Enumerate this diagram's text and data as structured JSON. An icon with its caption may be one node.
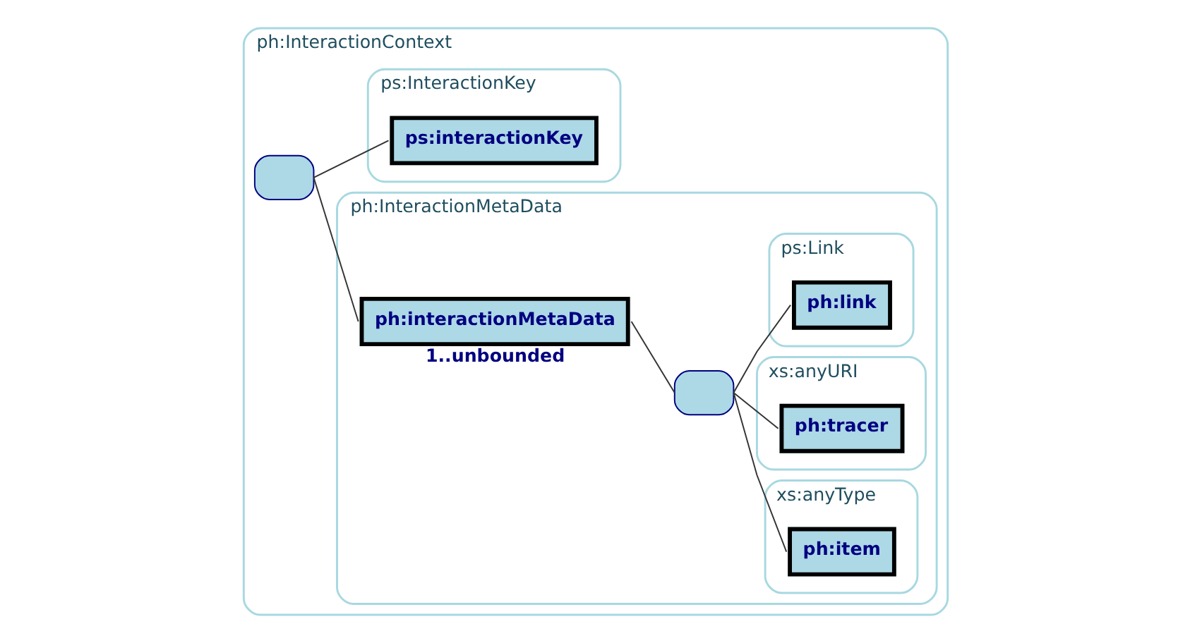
{
  "diagram": {
    "nodes": [
      {
        "text": [
          "ph:InteractionContext"
        ]
      },
      {
        "text": [],
        "shape": "box",
        "in": 0
      },
      {
        "text": [
          "ps:InteractionKey"
        ],
        "in": 0
      },
      {
        "text": [
          "ps:interactionKey"
        ],
        "in": 2
      },
      {
        "text": [
          "ph:InteractionMetaData"
        ],
        "in": 0
      },
      {
        "text": [
          "ph:interactionMetaData"
        ],
        "in": 4,
        "beside": [
          "1..unbounded"
        ]
      },
      {
        "text": [],
        "shape": "box",
        "in": 4
      },
      {
        "text": [
          "ps:Link"
        ],
        "in": 4
      },
      {
        "text": [
          "ph:link"
        ],
        "in": 7
      },
      {
        "text": [
          "xs:anyURI"
        ],
        "in": 4
      },
      {
        "text": [
          "ph:tracer"
        ],
        "in": 9
      },
      {
        "text": [
          "xs:anyType"
        ],
        "in": 4
      },
      {
        "text": [
          "ph:item"
        ],
        "in": 11
      }
    ],
    "edges": [
      {
        "from": 1,
        "to": 3,
        "arrow": "none"
      },
      {
        "from": 1,
        "to": 5,
        "arrow": "none"
      },
      {
        "from": 5,
        "to": 6,
        "arrow": "none"
      },
      {
        "from": 6,
        "to": 8,
        "arrow": "none"
      },
      {
        "from": 6,
        "to": 10,
        "arrow": "none"
      },
      {
        "from": 6,
        "to": 12,
        "arrow": "none"
      }
    ]
  }
}
